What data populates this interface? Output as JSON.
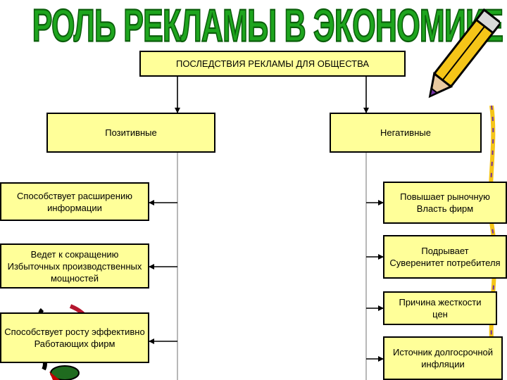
{
  "title": "РОЛЬ РЕКЛАМЫ В ЭКОНОМИКЕ",
  "root": "ПОСЛЕДСТВИЯ РЕКЛАМЫ ДЛЯ ОБЩЕСТВА",
  "positive": {
    "label": "Позитивные",
    "items": [
      "Способствует расширению\nинформации",
      "Ведет к сокращению\nИзбыточных производственных\nмощностей",
      "Способствует росту эффективно\nРаботающих фирм"
    ]
  },
  "negative": {
    "label": "Негативные",
    "items": [
      "Повышает рыночную\nВласть фирм",
      "Подрывает\nСуверенитет потребителя",
      "Причина жесткости\nцен",
      "Источник долгосрочной\nинфляции"
    ]
  },
  "colors": {
    "box_fill": "#ffff99",
    "title_green": "#1ea51e",
    "line": "#000000"
  },
  "decorations": [
    "pencil-icon",
    "pencil-icon",
    "scroll-decoration"
  ]
}
